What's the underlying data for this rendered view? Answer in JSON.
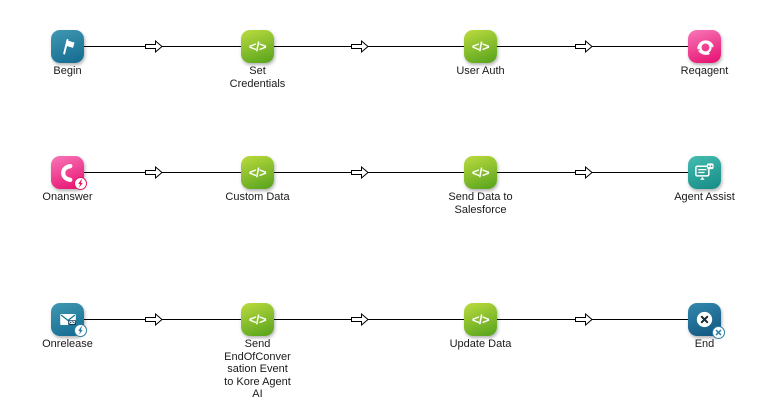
{
  "canvas": {
    "background": "#ffffff",
    "line_color": "#000000",
    "label_color": "#1a1a1a"
  },
  "colors": {
    "teal": {
      "from": "#4098b2",
      "to": "#136a90"
    },
    "green": {
      "from": "#bcdb3e",
      "to": "#55a21c"
    },
    "pink": {
      "from": "#f878b8",
      "to": "#e60d6f"
    },
    "assist_teal": {
      "from": "#46bdb1",
      "to": "#148b84"
    },
    "steel_blue": {
      "from": "#3488ae",
      "to": "#10557e"
    },
    "badge_pink": "#e6175f",
    "badge_blue": "#2d7fa6"
  },
  "flow": {
    "rows": [
      {
        "nodes": [
          {
            "id": "begin",
            "label": "Begin",
            "icon": "flag-icon",
            "color": "teal",
            "badge": null
          },
          {
            "id": "set-credentials",
            "label": "Set\nCredentials",
            "icon": "code-snippet-icon",
            "color": "green",
            "badge": null
          },
          {
            "id": "user-auth",
            "label": "User Auth",
            "icon": "code-snippet-icon",
            "color": "green",
            "badge": null
          },
          {
            "id": "reqagent",
            "label": "Reqagent",
            "icon": "agent-headset-icon",
            "color": "pink",
            "badge": null
          }
        ]
      },
      {
        "nodes": [
          {
            "id": "onanswer",
            "label": "Onanswer",
            "icon": "phone-icon",
            "color": "pink",
            "badge": {
              "type": "lightning-icon",
              "color": "#e6175f"
            }
          },
          {
            "id": "custom-data",
            "label": "Custom Data",
            "icon": "code-snippet-icon",
            "color": "green",
            "badge": null
          },
          {
            "id": "send-data-to-salesforce",
            "label": "Send Data to\nSalesforce",
            "icon": "code-snippet-icon",
            "color": "green",
            "badge": null
          },
          {
            "id": "agent-assist",
            "label": "Agent Assist",
            "icon": "agent-assist-icon",
            "color": "assist_teal",
            "badge": null
          }
        ]
      },
      {
        "nodes": [
          {
            "id": "onrelease",
            "label": "Onrelease",
            "icon": "email-icon",
            "color": "teal",
            "badge": {
              "type": "lightning-icon",
              "color": "#2d7fa6"
            }
          },
          {
            "id": "send-endofconversation",
            "label": "Send\nEndOfConver\nsation Event\nto Kore Agent\nAI",
            "icon": "code-snippet-icon",
            "color": "green",
            "badge": null
          },
          {
            "id": "update-data",
            "label": "Update Data",
            "icon": "code-snippet-icon",
            "color": "green",
            "badge": null
          },
          {
            "id": "end",
            "label": "End",
            "icon": "x-circle-icon",
            "color": "steel_blue",
            "badge": {
              "type": "x-badge-icon",
              "color": "#2d7fa6"
            }
          }
        ]
      }
    ]
  }
}
